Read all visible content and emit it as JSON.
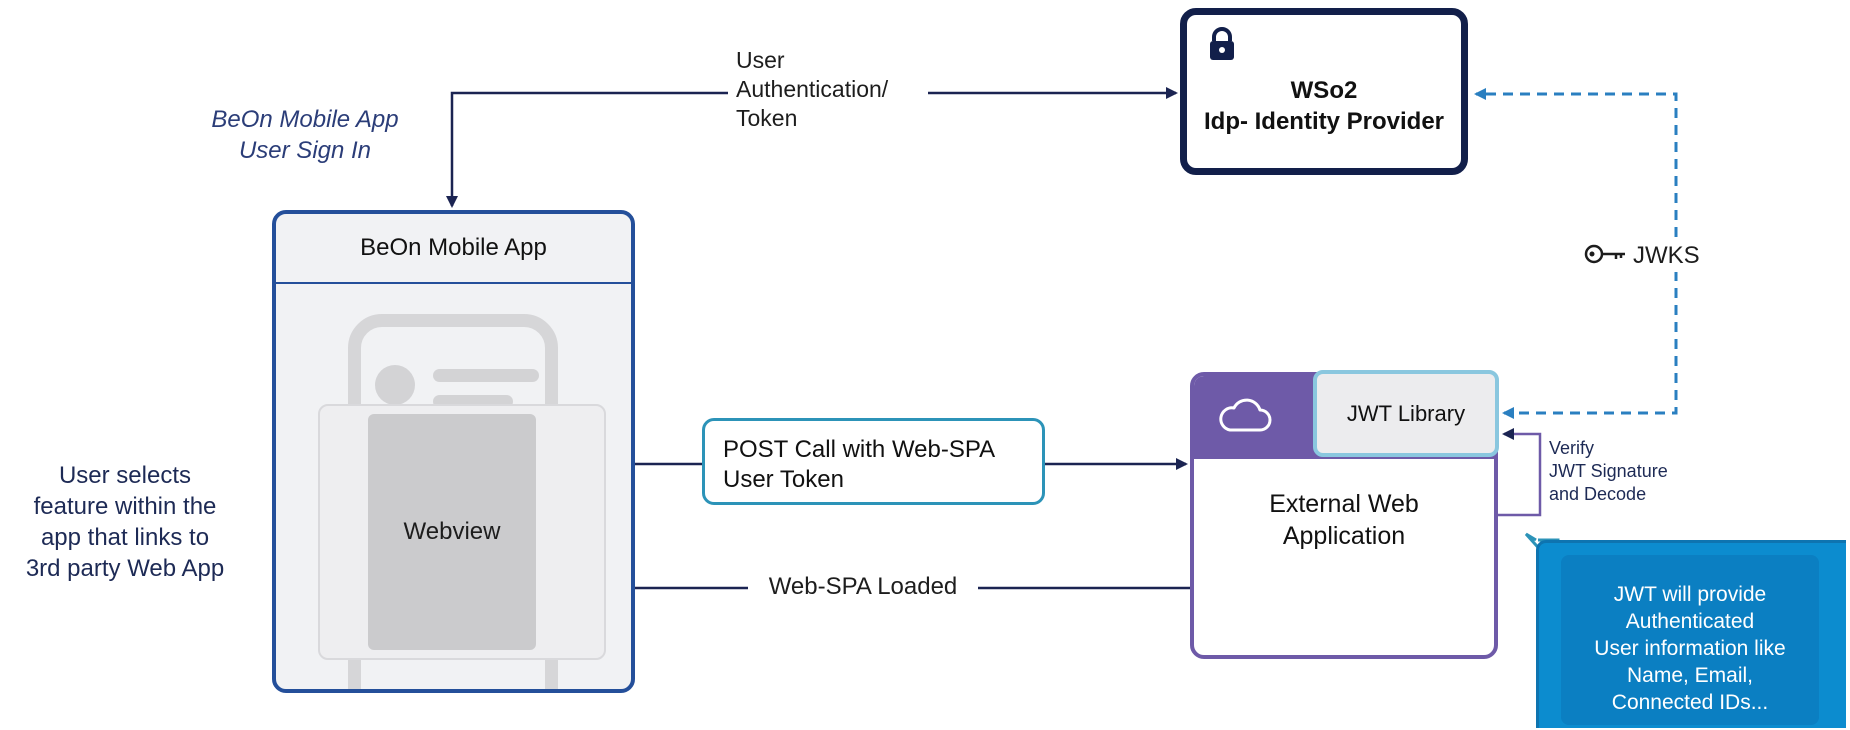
{
  "idp": {
    "title_line1": "WSo2",
    "title_line2": "Idp- Identity Provider"
  },
  "auth_flow": {
    "line1": "User",
    "line2": "Authentication/",
    "line3": "Token"
  },
  "signin": {
    "line1": "BeOn Mobile App",
    "line2": "User Sign In"
  },
  "mobile_app": {
    "title": "BeOn Mobile App",
    "webview_label": "Webview"
  },
  "user_selects": {
    "line1": "User selects",
    "line2": "feature within the",
    "line3": "app that links to",
    "line4": "3rd party Web App"
  },
  "post_call": {
    "line1": "POST Call with Web-SPA",
    "line2": "User Token"
  },
  "loaded": {
    "label": "Web-SPA Loaded"
  },
  "external_app": {
    "title_line1": "External Web",
    "title_line2": "Application",
    "library_label": "JWT Library"
  },
  "jwks": {
    "label": "JWKS"
  },
  "verify": {
    "line1": "Verify",
    "line2": "JWT Signature",
    "line3": "and Decode"
  },
  "callout": {
    "line1": "JWT will provide",
    "line2": "Authenticated",
    "line3": "User information like",
    "line4": "Name, Email,",
    "line5": "Connected IDs..."
  },
  "colors": {
    "navy": "#121f4a",
    "mobile_border": "#244f9a",
    "teal": "#2c93b8",
    "purple": "#6e5aa8",
    "callout_blue": "#0c8ccf"
  },
  "icons": [
    "lock-icon",
    "cloud-icon",
    "key-icon"
  ]
}
